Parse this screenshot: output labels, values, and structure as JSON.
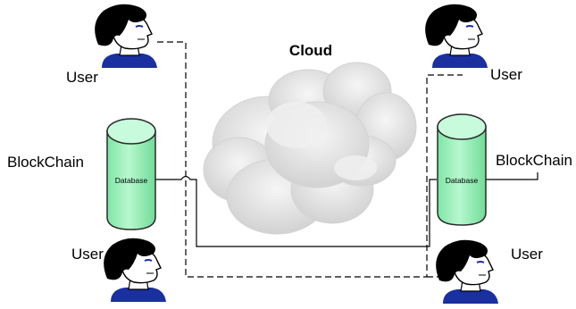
{
  "cloud": {
    "title": "Cloud"
  },
  "left": {
    "top_user_label": "User",
    "blockchain_label": "BlockChain",
    "database_label": "Database",
    "bottom_user_label": "User"
  },
  "right": {
    "top_user_label": "User",
    "blockchain_label": "BlockChain",
    "database_label": "Database",
    "bottom_user_label": "User"
  },
  "colors": {
    "database_fill": "#a8f2c3",
    "database_stroke": "#2a2a2a",
    "cloud_fill": "#e3e3e3",
    "hair": "#000000",
    "skin": "#ffffff",
    "shirt": "#1a2fa0",
    "connector": "#000000"
  },
  "icons": {
    "user": "user-head-icon",
    "database": "database-cylinder-icon",
    "cloud": "cloud-icon"
  }
}
